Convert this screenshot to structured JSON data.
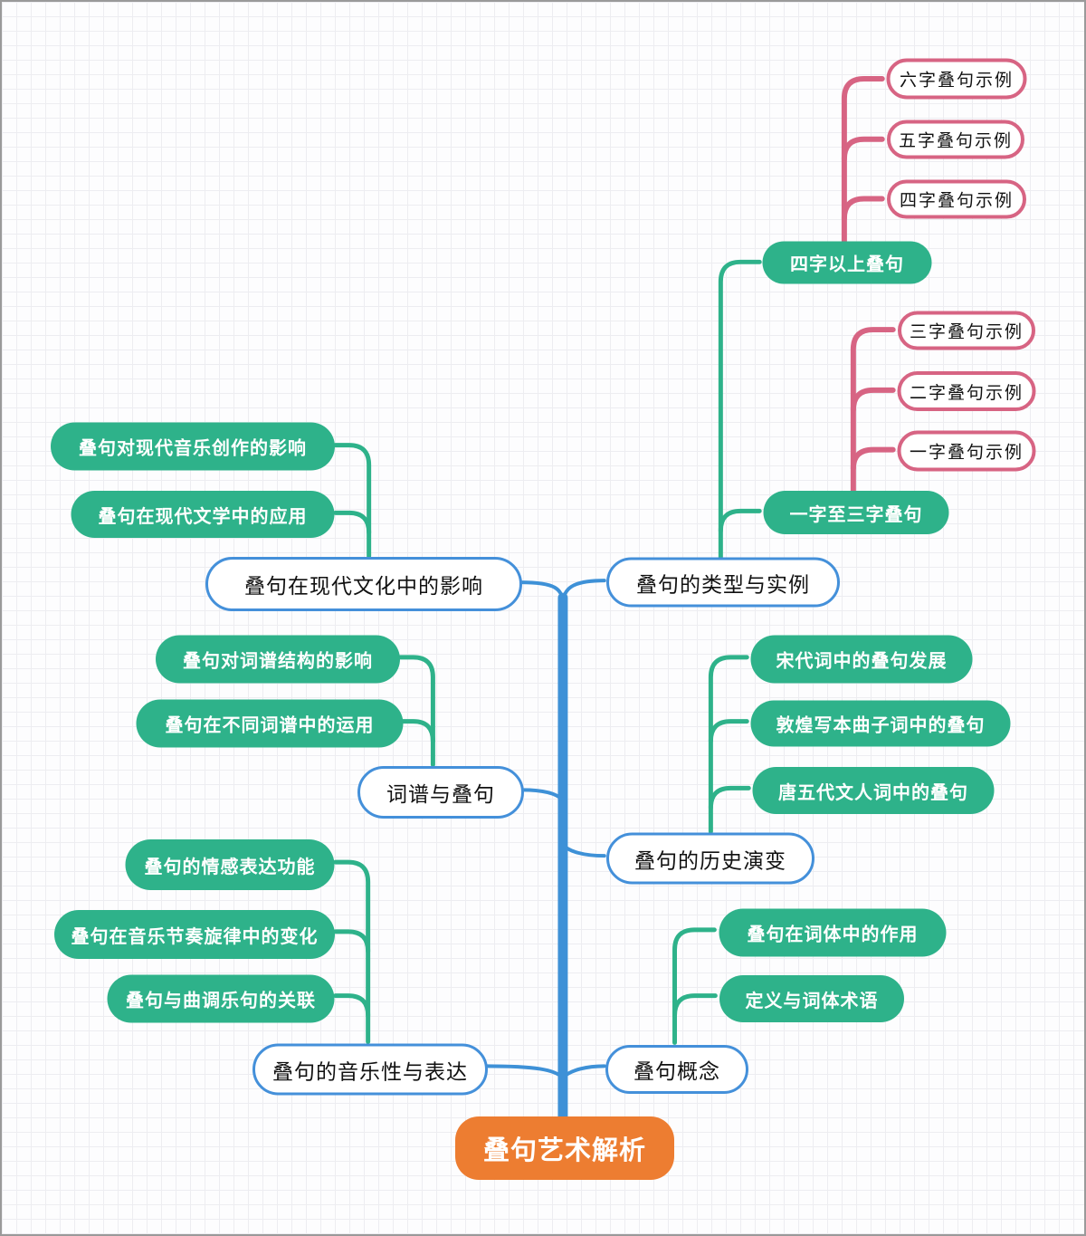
{
  "palette": {
    "trunk_blue": "#3E91D7",
    "topic_border_blue": "#4490DA",
    "subtopic_green": "#2EB28A",
    "example_border_pink": "#D76483",
    "root_orange": "#ED7D31",
    "grid_line": "#ededf1"
  },
  "mindmap": {
    "root_label": "叠句艺术解析",
    "topics": [
      {
        "label": "叠句概念",
        "children": [
          {
            "label": "定义与词体术语"
          },
          {
            "label": "叠句在词体中的作用"
          }
        ]
      },
      {
        "label": "叠句的音乐性与表达",
        "children": [
          {
            "label": "叠句与曲调乐句的关联"
          },
          {
            "label": "叠句在音乐节奏旋律中的变化"
          },
          {
            "label": "叠句的情感表达功能"
          }
        ]
      },
      {
        "label": "叠句的历史演变",
        "children": [
          {
            "label": "唐五代文人词中的叠句"
          },
          {
            "label": "敦煌写本曲子词中的叠句"
          },
          {
            "label": "宋代词中的叠句发展"
          }
        ]
      },
      {
        "label": "词谱与叠句",
        "children": [
          {
            "label": "叠句在不同词谱中的运用"
          },
          {
            "label": "叠句对词谱结构的影响"
          }
        ]
      },
      {
        "label": "叠句的类型与实例",
        "children": [
          {
            "label": "一字至三字叠句",
            "children": [
              {
                "label": "一字叠句示例"
              },
              {
                "label": "二字叠句示例"
              },
              {
                "label": "三字叠句示例"
              }
            ]
          },
          {
            "label": "四字以上叠句",
            "children": [
              {
                "label": "四字叠句示例"
              },
              {
                "label": "五字叠句示例"
              },
              {
                "label": "六字叠句示例"
              }
            ]
          }
        ]
      },
      {
        "label": "叠句在现代文化中的影响",
        "children": [
          {
            "label": "叠句在现代文学中的应用"
          },
          {
            "label": "叠句对现代音乐创作的影响"
          }
        ]
      }
    ]
  }
}
